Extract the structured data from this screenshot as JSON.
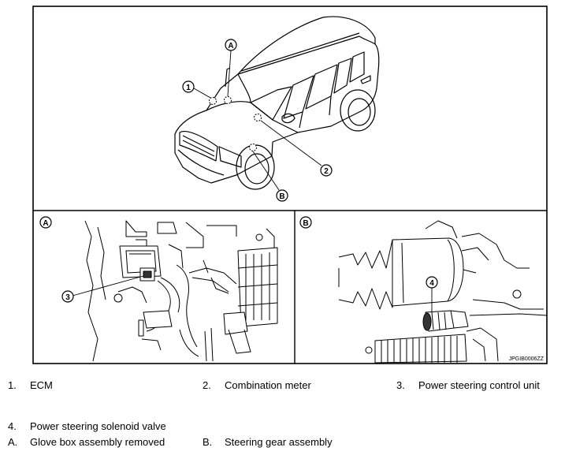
{
  "diagram": {
    "callouts": {
      "vehicle": [
        {
          "label": "A"
        },
        {
          "label": "1"
        },
        {
          "label": "2"
        },
        {
          "label": "B"
        }
      ],
      "panel_a": [
        {
          "label": "A"
        },
        {
          "label": "3"
        }
      ],
      "panel_b": [
        {
          "label": "B"
        },
        {
          "label": "4"
        }
      ]
    },
    "ref_code": "JPGIB0006ZZ"
  },
  "legend": [
    {
      "key": "1.",
      "text": "ECM"
    },
    {
      "key": "2.",
      "text": "Combination meter"
    },
    {
      "key": "3.",
      "text": "Power steering control unit"
    },
    {
      "key": "4.",
      "text": "Power steering solenoid valve"
    },
    {
      "key": "A.",
      "text": "Glove box assembly removed"
    },
    {
      "key": "B.",
      "text": "Steering gear assembly"
    }
  ]
}
